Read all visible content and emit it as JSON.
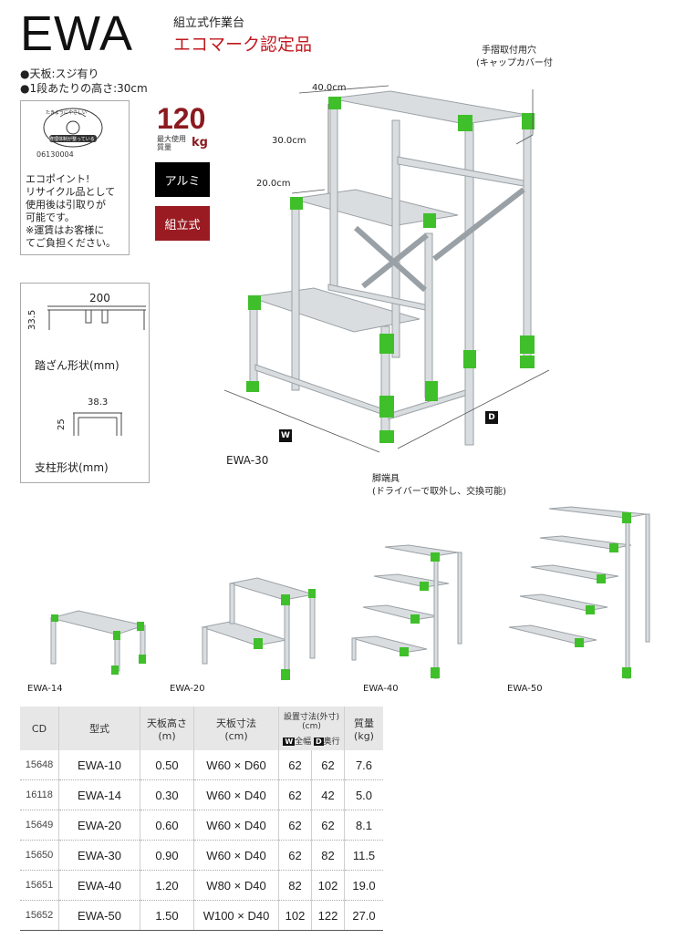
{
  "header": {
    "title": "EWA",
    "subtitle": "組立式作業台",
    "certification": "エコマーク認定品"
  },
  "specs": [
    "●天板:スジ有り",
    "●1段あたりの高さ:30cm"
  ],
  "eco_box": {
    "seal_top_text": "たきようにやさしい",
    "seal_bottom_text": "修理体制が整っている",
    "seal_number": "06130004",
    "lines": [
      "エコポイント!",
      "リサイクル品として",
      "使用後は引取りが",
      "可能です。",
      "※運賃はお客様に",
      "てご負担ください。"
    ]
  },
  "load": {
    "value": "120",
    "caption_1": "最大使用",
    "caption_2": "質量",
    "unit": "kg"
  },
  "tags": {
    "material": "アルミ",
    "assembly": "組立式"
  },
  "profiles": {
    "step_width": "200",
    "step_height": "33.5",
    "step_caption": "踏ざん形状(mm)",
    "post_width": "38.3",
    "post_height": "25",
    "post_caption": "支柱形状(mm)"
  },
  "diagram": {
    "dim_top": "40.0cm",
    "dim_height": "30.0cm",
    "dim_step": "20.0cm",
    "handrail_note_1": "手摺取付用穴",
    "handrail_note_2": "(キャップカバー付",
    "w_marker": "W",
    "d_marker": "D",
    "model": "EWA-30",
    "foot_note_1": "脚端具",
    "foot_note_2": "(ドライバーで取外し、交換可能)"
  },
  "variants": [
    "EWA-14",
    "EWA-20",
    "EWA-40",
    "EWA-50"
  ],
  "table": {
    "headers": {
      "cd": "CD",
      "model": "型式",
      "height": "天板高さ",
      "height_unit": "(m)",
      "top": "天板寸法",
      "top_unit": "(cm)",
      "install": "設置寸法(外寸)(cm)",
      "w_badge": "W",
      "w_label": "全幅",
      "d_badge": "D",
      "d_label": "奥行",
      "weight": "質量",
      "weight_unit": "(kg)"
    },
    "rows": [
      {
        "cd": "15648",
        "model": "EWA-10",
        "height": "0.50",
        "top": "W60 × D60",
        "w": "62",
        "d": "62",
        "weight": "7.6"
      },
      {
        "cd": "16118",
        "model": "EWA-14",
        "height": "0.30",
        "top": "W60 × D40",
        "w": "62",
        "d": "42",
        "weight": "5.0"
      },
      {
        "cd": "15649",
        "model": "EWA-20",
        "height": "0.60",
        "top": "W60 × D40",
        "w": "62",
        "d": "62",
        "weight": "8.1"
      },
      {
        "cd": "15650",
        "model": "EWA-30",
        "height": "0.90",
        "top": "W60 × D40",
        "w": "62",
        "d": "82",
        "weight": "11.5"
      },
      {
        "cd": "15651",
        "model": "EWA-40",
        "height": "1.20",
        "top": "W80 × D40",
        "w": "82",
        "d": "102",
        "weight": "19.0"
      },
      {
        "cd": "15652",
        "model": "EWA-50",
        "height": "1.50",
        "top": "W100 × D40",
        "w": "102",
        "d": "122",
        "weight": "27.0"
      }
    ]
  },
  "colors": {
    "accent_red": "#c0181e",
    "brand_dark_red": "#8b1a1f",
    "green_joint": "#3fbf2a",
    "aluminum": "#cfd3d6"
  }
}
